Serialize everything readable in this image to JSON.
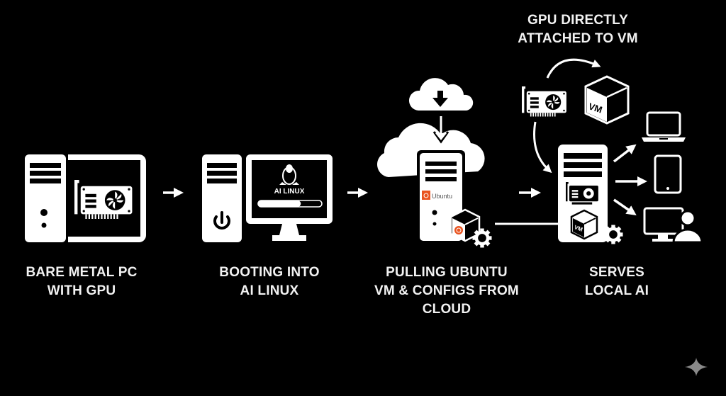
{
  "steps": [
    {
      "id": "bare-metal",
      "title_lines": [
        "BARE METAL PC",
        "WITH GPU"
      ]
    },
    {
      "id": "booting",
      "title_lines": [
        "BOOTING INTO",
        "AI LINUX"
      ],
      "screen_text": "AI LINUX",
      "boot_progress": 0.67
    },
    {
      "id": "pulling",
      "title_lines": [
        "PULLING UBUNTU",
        "VM & CONFIGS FROM",
        "CLOUD"
      ],
      "badge_text": "Ubuntu"
    },
    {
      "id": "serves",
      "title_lines": [
        "SERVES",
        "LOCAL AI"
      ],
      "vm_text": "VM"
    }
  ],
  "callout": {
    "title_lines": [
      "GPU DIRECTLY",
      "ATTACHED TO VM"
    ],
    "vm_text": "VM"
  },
  "colors": {
    "background": "#000000",
    "foreground": "#ffffff",
    "ubuntu_orange": "#e95420",
    "watermark": "#8a8a8a"
  },
  "icons": [
    "tower-pc-icon",
    "gpu-card-icon",
    "monitor-icon",
    "tux-penguin-icon",
    "power-icon",
    "cloud-download-icon",
    "ubuntu-logo-icon",
    "vm-cube-icon",
    "gear-icon",
    "laptop-icon",
    "tablet-icon",
    "desktop-user-icon",
    "sparkle-watermark-icon"
  ]
}
